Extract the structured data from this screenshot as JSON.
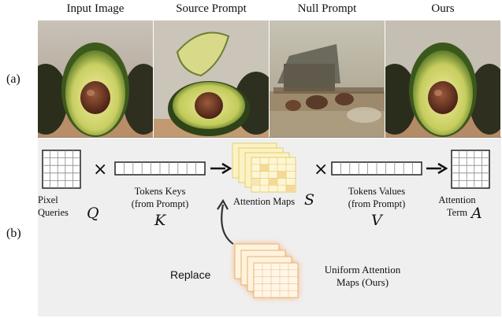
{
  "panel_a": {
    "label": "(a)",
    "columns": [
      "Input Image",
      "Source Prompt",
      "Null Prompt",
      "Ours"
    ]
  },
  "panel_b": {
    "label": "(b)",
    "times1": "×",
    "times2": "×",
    "pixel_queries": [
      "Pixel",
      "Queries"
    ],
    "q": "Q",
    "keys": [
      "Tokens Keys",
      "(from Prompt)"
    ],
    "k": "K",
    "attn_maps": "Attention Maps",
    "s": "S",
    "values": [
      "Tokens Values",
      "(from Prompt)"
    ],
    "v": "V",
    "attn_term": [
      "Attention",
      "Term"
    ],
    "a": "A",
    "replace": "Replace",
    "uniform": [
      "Uniform Attention",
      "Maps (Ours)"
    ]
  },
  "colors": {
    "attn_yellow": "#f7e8a8",
    "uniform_orange": "#f6a04d",
    "panel_bg": "#efefef"
  }
}
